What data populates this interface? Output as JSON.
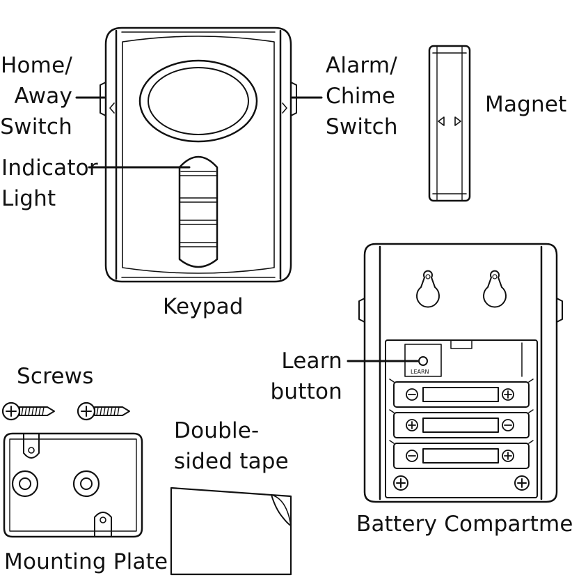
{
  "labels": {
    "home_away_switch": [
      "Home/",
      "Away",
      "Switch"
    ],
    "indicator_light": [
      "Indicator",
      "Light"
    ],
    "keypad": "Keypad",
    "alarm_chime_switch": [
      "Alarm/",
      "Chime",
      "Switch"
    ],
    "magnet": "Magnet",
    "learn_button": [
      "Learn",
      "button"
    ],
    "learn_tag": "LEARN",
    "battery_compartment": "Battery Compartment",
    "screws": "Screws",
    "mounting_plate": "Mounting Plate",
    "double_sided_tape": [
      "Double-",
      "sided tape"
    ]
  },
  "colors": {
    "line": "#111111",
    "background": "#ffffff"
  }
}
